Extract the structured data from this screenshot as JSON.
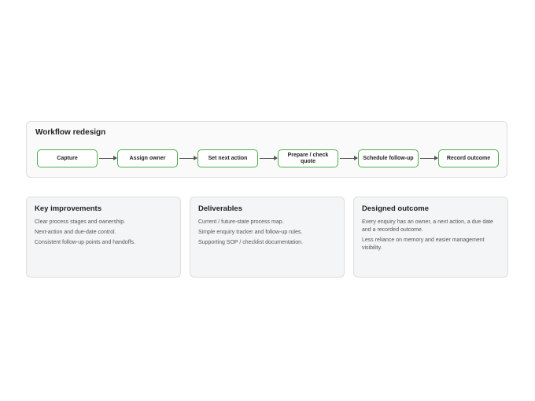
{
  "workflow": {
    "title": "Workflow redesign",
    "steps": [
      "Capture",
      "Assign owner",
      "Set next action",
      "Prepare / check quote",
      "Schedule follow-up",
      "Record outcome"
    ],
    "step_border_color": "#4caf50",
    "arrow_color": "#555555"
  },
  "cards": [
    {
      "title": "Key improvements",
      "lines": [
        "Clear process stages and ownership.",
        "Next-action and due-date control.",
        "Consistent follow-up points and handoffs."
      ]
    },
    {
      "title": "Deliverables",
      "lines": [
        "Current / future-state process map.",
        "Simple enquiry tracker and follow-up rules.",
        "Supporting SOP / checklist documentation."
      ]
    },
    {
      "title": "Designed outcome",
      "lines": [
        "Every enquiry has an owner, a next action, a due date and a recorded outcome.",
        "Less reliance on memory and easier management visibility."
      ]
    }
  ]
}
